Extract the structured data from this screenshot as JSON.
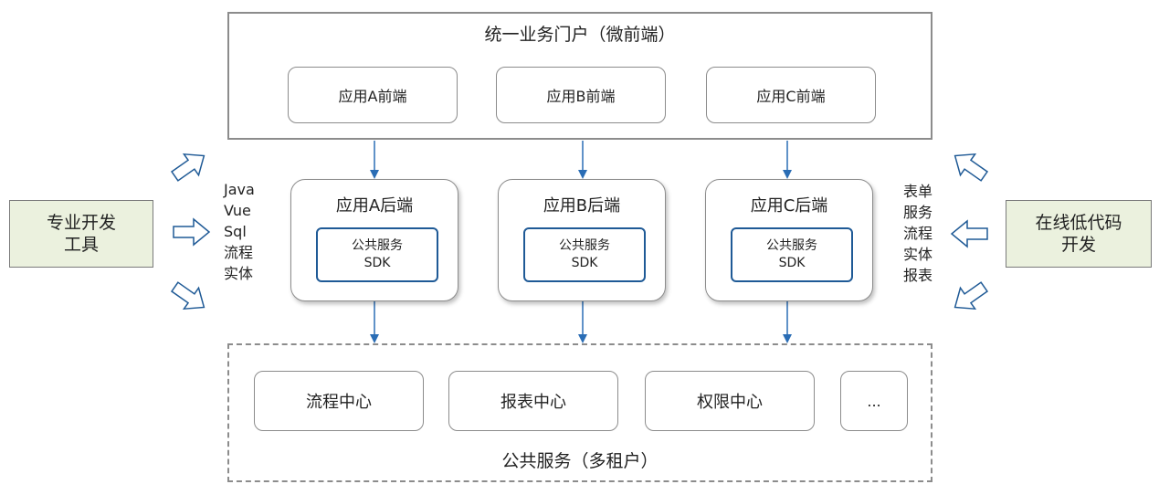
{
  "portal": {
    "title": "统一业务门户（微前端）",
    "frontends": [
      "应用A前端",
      "应用B前端",
      "应用C前端"
    ]
  },
  "backends": [
    {
      "title": "应用A后端",
      "sdk_line1": "公共服务",
      "sdk_line2": "SDK"
    },
    {
      "title": "应用B后端",
      "sdk_line1": "公共服务",
      "sdk_line2": "SDK"
    },
    {
      "title": "应用C后端",
      "sdk_line1": "公共服务",
      "sdk_line2": "SDK"
    }
  ],
  "services": {
    "title": "公共服务（多租户）",
    "items": [
      "流程中心",
      "报表中心",
      "权限中心",
      "..."
    ]
  },
  "left_tool": {
    "line1": "专业开发",
    "line2": "工具"
  },
  "left_tech": [
    "Java",
    "Vue",
    "Sql",
    "流程",
    "实体"
  ],
  "right_tool": {
    "line1": "在线低代码",
    "line2": "开发"
  },
  "right_tech": [
    "表单",
    "服务",
    "流程",
    "实体",
    "报表"
  ],
  "colors": {
    "connector": "#2a6db5",
    "tool_fill": "#ebf1de",
    "sdk_border": "#1f5a96",
    "border": "#8c8c8c"
  }
}
